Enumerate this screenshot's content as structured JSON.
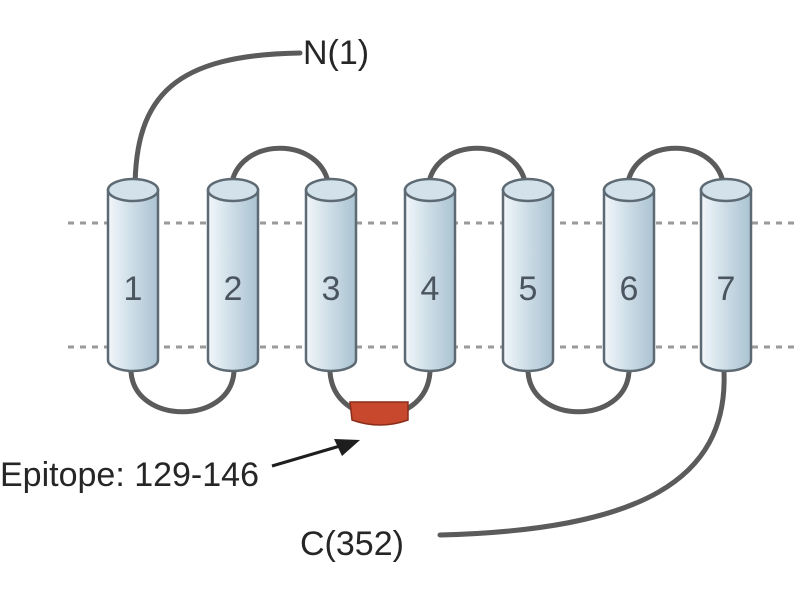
{
  "terminals": {
    "n_label": "N(1)",
    "c_label": "C(352)"
  },
  "epitope": {
    "label": "Epitope: 129-146",
    "color": "#c7482d"
  },
  "segments": [
    {
      "number": "1"
    },
    {
      "number": "2"
    },
    {
      "number": "3"
    },
    {
      "number": "4"
    },
    {
      "number": "5"
    },
    {
      "number": "6"
    },
    {
      "number": "7"
    }
  ],
  "colors": {
    "cylinder_fill_light": "#f2f7fa",
    "cylinder_fill_mid": "#d3e1ea",
    "cylinder_fill_dark": "#aac2d1",
    "cylinder_outline": "#5e6a73",
    "loop_color": "#5b5b5b",
    "membrane_line": "#9a9a9a"
  }
}
